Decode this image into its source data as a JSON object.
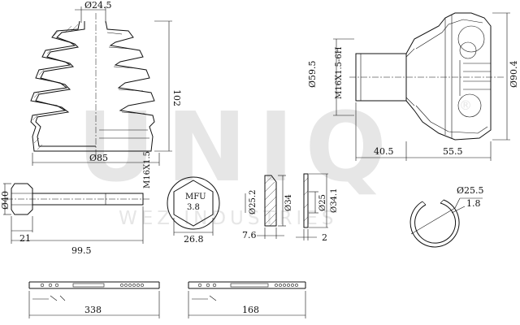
{
  "watermark": {
    "brand": "UNIQ",
    "registered": "®",
    "tagline": "WEZ INDUSTRIES"
  },
  "boot": {
    "top_dia": "Ø24.5",
    "height": "102",
    "bottom_dia": "Ø85"
  },
  "cv_joint": {
    "shaft_dia": "Ø59.5",
    "thread": "M16X1.5-6H",
    "outer_dia": "Ø90.4",
    "shaft_len": "40.5",
    "body_len": "55.5"
  },
  "bolt": {
    "head_dia": "Ø40",
    "thread": "M16X1.5",
    "head_len": "21",
    "total_len": "99.5"
  },
  "nut": {
    "marking_line1": "MFU",
    "marking_line2": "3.8",
    "width": "26.8"
  },
  "washer": {
    "inner_dia": "Ø25.2",
    "outer_dia": "Ø34",
    "thickness": "7.6"
  },
  "spacer": {
    "inner_dia": "Ø25",
    "outer_dia": "Ø34.1",
    "thickness": "2"
  },
  "circlip": {
    "dia": "Ø25.5",
    "wire": "1.8"
  },
  "clamp_large": {
    "length": "338"
  },
  "clamp_small": {
    "length": "168"
  }
}
